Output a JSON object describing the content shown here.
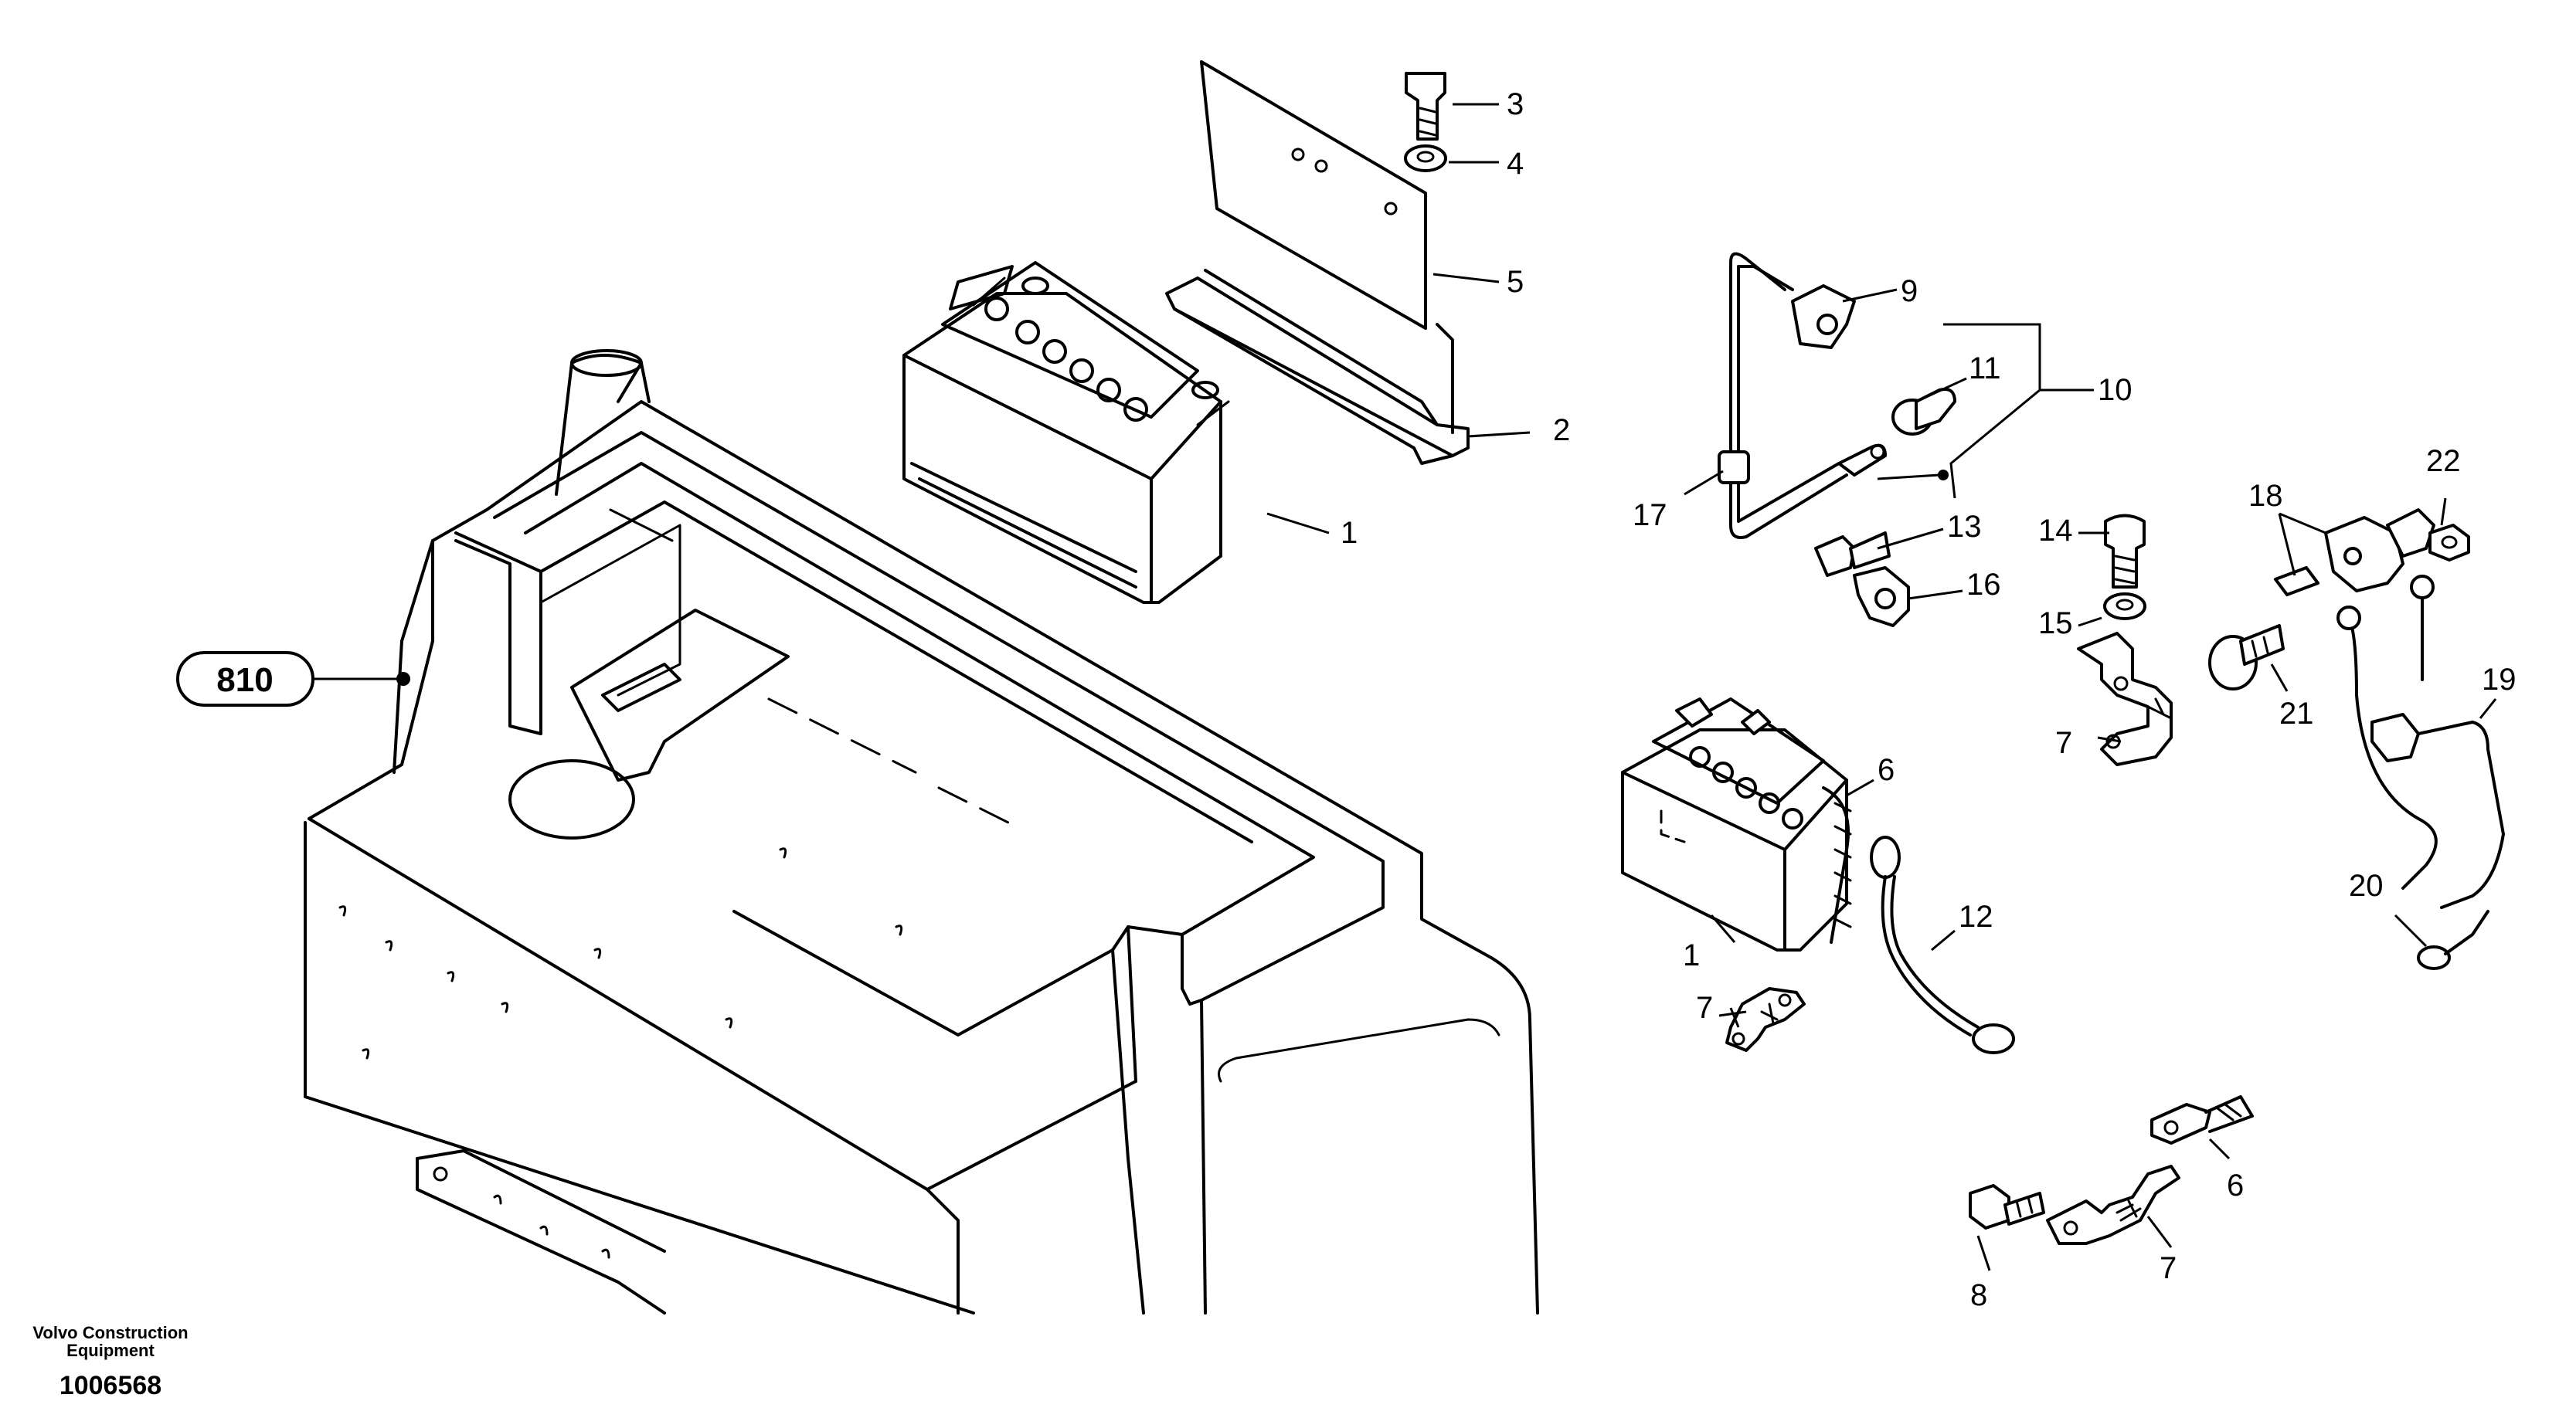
{
  "diagram": {
    "reference_label": "810",
    "callouts": {
      "c1a": "1",
      "c1b": "1",
      "c2": "2",
      "c3": "3",
      "c4": "4",
      "c5": "5",
      "c6a": "6",
      "c6b": "6",
      "c7a": "7",
      "c7b": "7",
      "c7c": "7",
      "c8": "8",
      "c9": "9",
      "c10": "10",
      "c11": "11",
      "c12": "12",
      "c13": "13",
      "c14": "14",
      "c15": "15",
      "c16": "16",
      "c17": "17",
      "c18": "18",
      "c19": "19",
      "c20": "20",
      "c21": "21",
      "c22": "22"
    }
  },
  "footer": {
    "company_line1": "Volvo Construction",
    "company_line2": "Equipment",
    "document_number": "1006568"
  }
}
